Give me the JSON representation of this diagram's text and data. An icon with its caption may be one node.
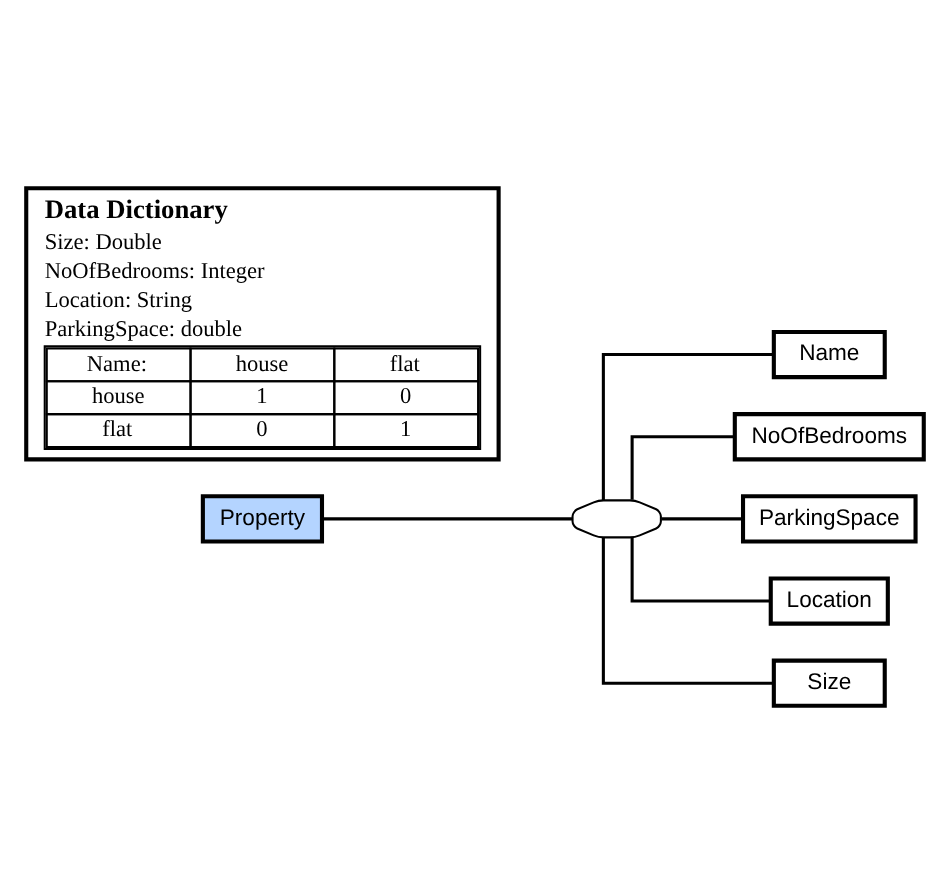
{
  "diagram": {
    "nodes": [
      {
        "text": [
          "Property"
        ]
      },
      {
        "text": [],
        "shape": "octagon"
      },
      {
        "text": [
          "Name"
        ]
      },
      {
        "text": [
          "NoOfBedrooms"
        ]
      },
      {
        "text": [
          "ParkingSpace"
        ]
      },
      {
        "text": [
          "Location"
        ]
      },
      {
        "text": [
          "Size"
        ]
      }
    ],
    "edges": [
      {
        "from": 0,
        "to": 1,
        "arrow": "none"
      },
      {
        "from": 1,
        "to": 2,
        "arrow": "none"
      },
      {
        "from": 1,
        "to": 3,
        "arrow": "none"
      },
      {
        "from": 1,
        "to": 4,
        "arrow": "none"
      },
      {
        "from": 1,
        "to": 5,
        "arrow": "none"
      },
      {
        "from": 1,
        "to": 6,
        "arrow": "none"
      }
    ],
    "labels": [
      "Data Dictionary",
      "Size: Double",
      "NoOfBedrooms: Integer",
      "Location: String",
      "ParkingSpace: double",
      "Name:",
      "house",
      "flat",
      "house",
      "1",
      "0",
      "flat",
      "0",
      "1"
    ]
  }
}
